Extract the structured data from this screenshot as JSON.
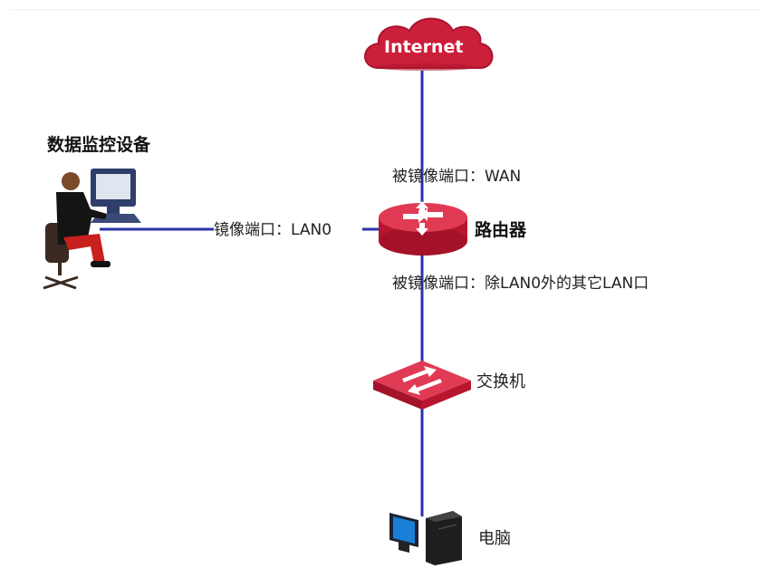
{
  "nodes": {
    "internet": {
      "label": "Internet"
    },
    "monitor_device": {
      "label": "数据监控设备"
    },
    "router": {
      "label": "路由器"
    },
    "switch": {
      "label": "交换机"
    },
    "pc": {
      "label": "电脑"
    }
  },
  "ports": {
    "mirror_port": "镜像端口：LAN0",
    "mirrored_wan": "被镜像端口：WAN",
    "mirrored_lan": "被镜像端口：除LAN0外的其它LAN口"
  },
  "colors": {
    "link": "#2a33a8",
    "device": "#cc1f3a",
    "device_light": "#e03a55"
  }
}
